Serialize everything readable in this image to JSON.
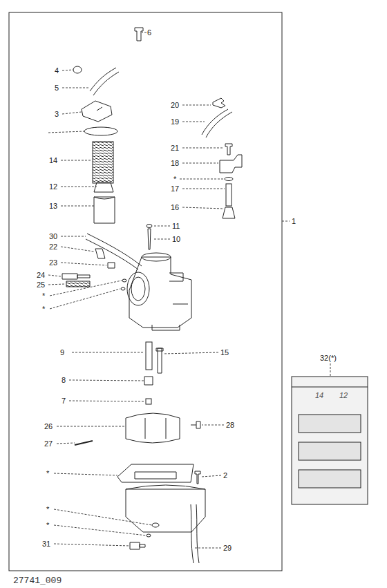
{
  "diagram": {
    "labels": [
      "6",
      "4",
      "5",
      "3",
      "14",
      "12",
      "13",
      "11",
      "10",
      "30",
      "22",
      "23",
      "24",
      "25",
      "*",
      "*",
      "20",
      "19",
      "21",
      "18",
      "*",
      "17",
      "16",
      "1",
      "9",
      "15",
      "8",
      "7",
      "26",
      "28",
      "27",
      "*",
      "*",
      "*",
      "31",
      "2",
      "29",
      "32(*)",
      "14",
      "12",
      "27741_009"
    ]
  }
}
